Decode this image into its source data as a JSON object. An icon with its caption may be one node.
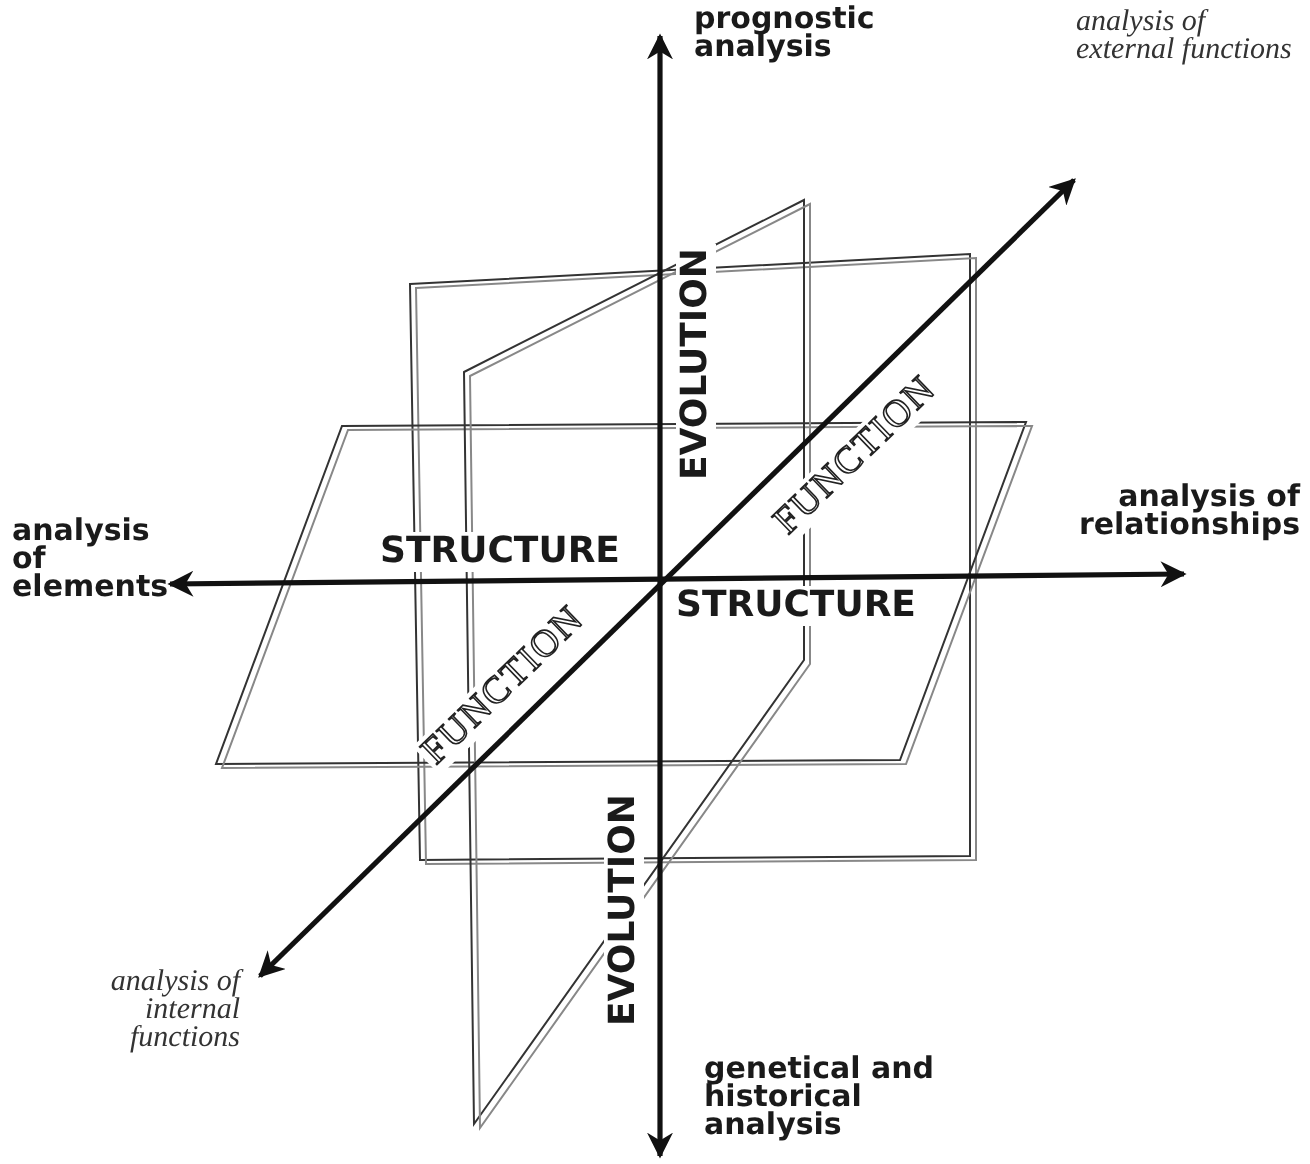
{
  "diagram": {
    "labels": [
      "prognostic analysis",
      "analysis of external functions",
      "EVOLUTION",
      "FUNCTION",
      "analysis of elements",
      "STRUCTURE",
      "analysis of relationships",
      "STRUCTURE",
      "FUNCTION",
      "EVOLUTION",
      "analysis of internal functions",
      "genetical and historical analysis"
    ]
  }
}
